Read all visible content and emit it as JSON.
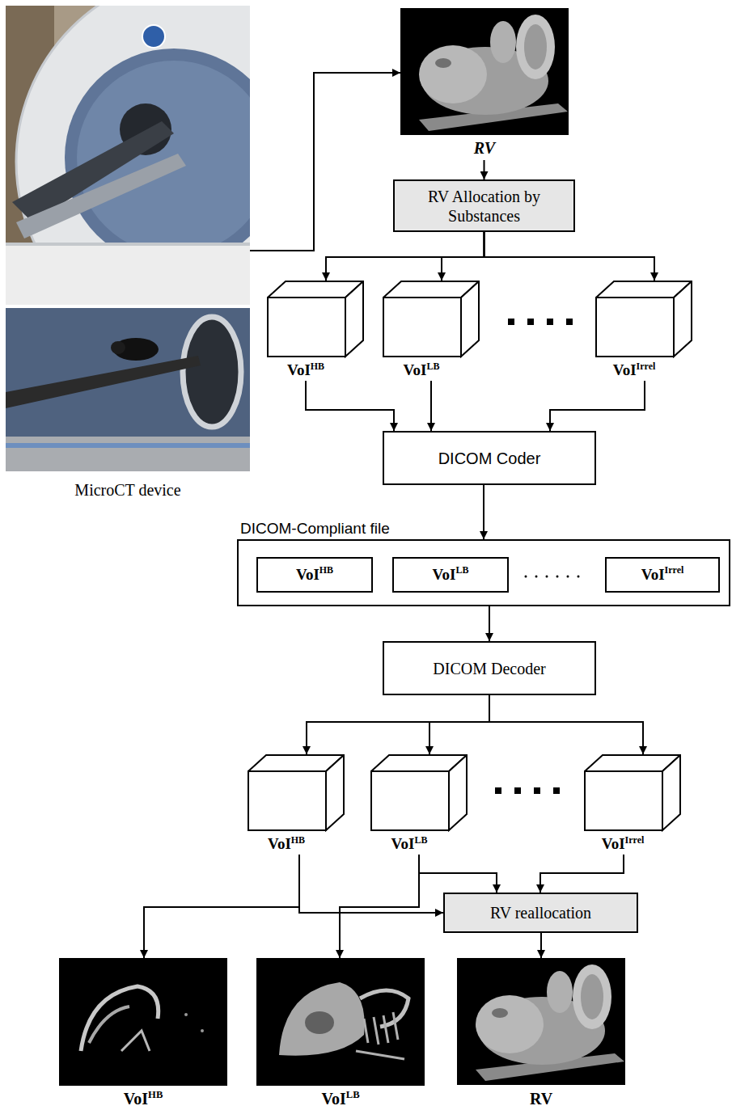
{
  "diagram": {
    "nodes": [
      {
        "text": [
          "MicroCT device"
        ]
      },
      {
        "text": [
          "RV"
        ]
      },
      {
        "text": [
          "RV Allocation by Substances"
        ]
      },
      {
        "text": [
          "VoI",
          "HB"
        ]
      },
      {
        "text": [
          "VoI",
          "LB"
        ]
      },
      {
        "text": [
          "VoI",
          "Irrel"
        ]
      },
      {
        "text": [
          "DICOM Coder"
        ]
      },
      {
        "text": [
          "DICOM-Compliant file"
        ]
      },
      {
        "text": [
          "VoI",
          "HB"
        ],
        "in": 7
      },
      {
        "text": [
          "VoI",
          "LB"
        ],
        "in": 7
      },
      {
        "text": [
          "VoI",
          "Irrel"
        ],
        "in": 7
      },
      {
        "text": [
          "DICOM Decoder"
        ]
      },
      {
        "text": [
          "VoI",
          "HB"
        ]
      },
      {
        "text": [
          "VoI",
          "LB"
        ]
      },
      {
        "text": [
          "VoI",
          "Irrel"
        ]
      },
      {
        "text": [
          "RV reallocation"
        ]
      },
      {
        "text": [
          "VoI",
          "HB"
        ]
      },
      {
        "text": [
          "VoI",
          "LB"
        ]
      },
      {
        "text": [
          "RV"
        ]
      }
    ],
    "edges": [
      {
        "from": 0,
        "to": 1,
        "arrow": "to"
      },
      {
        "from": 1,
        "to": 2,
        "arrow": "to"
      },
      {
        "from": 2,
        "to": 3,
        "arrow": "to"
      },
      {
        "from": 2,
        "to": 4,
        "arrow": "to"
      },
      {
        "from": 2,
        "to": 5,
        "arrow": "to"
      },
      {
        "from": 3,
        "to": 6,
        "arrow": "to"
      },
      {
        "from": 4,
        "to": 6,
        "arrow": "to"
      },
      {
        "from": 5,
        "to": 6,
        "arrow": "to"
      },
      {
        "from": 6,
        "to": 7,
        "arrow": "to"
      },
      {
        "from": 7,
        "to": 11,
        "arrow": "to"
      },
      {
        "from": 11,
        "to": 12,
        "arrow": "to"
      },
      {
        "from": 11,
        "to": 13,
        "arrow": "to"
      },
      {
        "from": 11,
        "to": 14,
        "arrow": "to"
      },
      {
        "from": 12,
        "to": 16,
        "arrow": "to"
      },
      {
        "from": 12,
        "to": 15,
        "arrow": "to"
      },
      {
        "from": 13,
        "to": 17,
        "arrow": "to"
      },
      {
        "from": 13,
        "to": 15,
        "arrow": "to"
      },
      {
        "from": 14,
        "to": 15,
        "arrow": "to"
      },
      {
        "from": 15,
        "to": 18,
        "arrow": "to"
      }
    ]
  }
}
